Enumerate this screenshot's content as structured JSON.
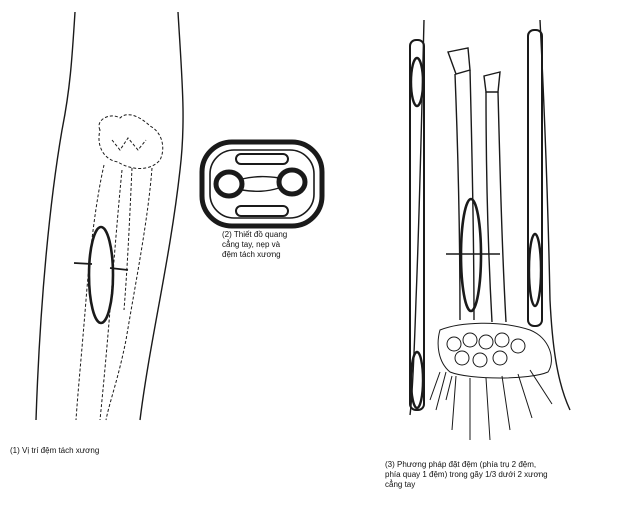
{
  "captions": {
    "fig1": {
      "line1": "(1) Vị trí đệm tách xương"
    },
    "fig2": {
      "line1": "(2) Thiết đồ quang",
      "line2": "cẳng tay, nẹp và",
      "line3": "đệm tách xương"
    },
    "fig3": {
      "line1": "(3) Phương pháp đặt đệm (phía trụ 2 đệm,",
      "line2": "phía quay 1 đệm) trong gãy 1/3 dưới 2 xương",
      "line3": "cẳng tay"
    }
  },
  "colors": {
    "ink": "#1a1a1a",
    "paper": "#ffffff"
  }
}
